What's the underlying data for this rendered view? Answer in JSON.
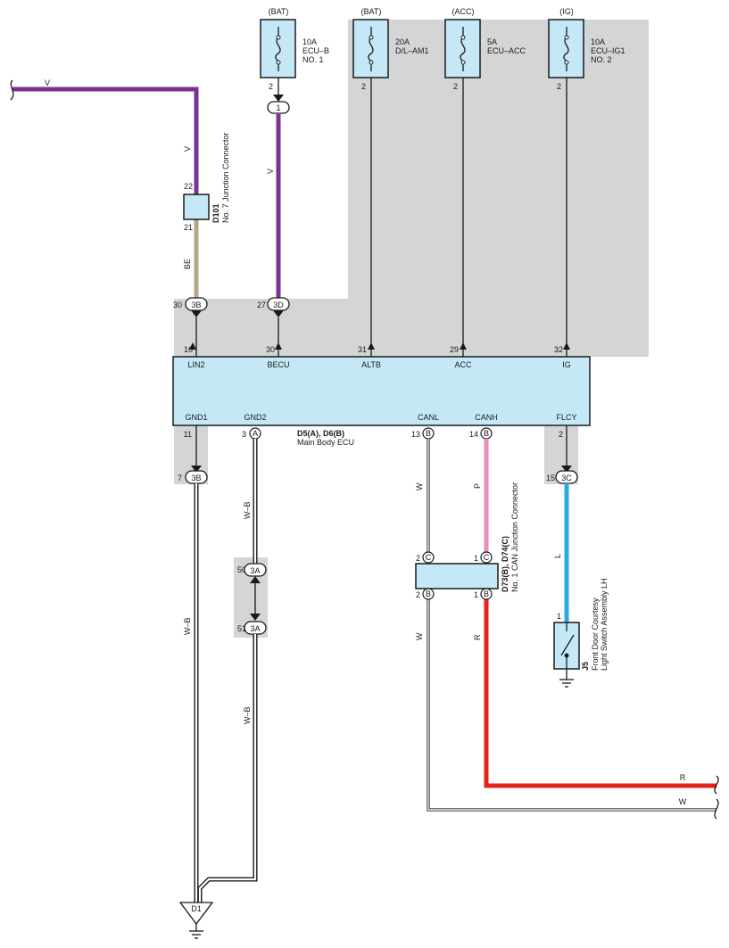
{
  "fuses": [
    {
      "group": "(BAT)",
      "line1": "10A",
      "line2": "ECU–B",
      "line3": "NO. 1",
      "pin": "2"
    },
    {
      "group": "(BAT)",
      "line1": "20A",
      "line2": "D/L–AM1",
      "line3": "",
      "pin": "2"
    },
    {
      "group": "(ACC)",
      "line1": "5A",
      "line2": "ECU–ACC",
      "line3": "",
      "pin": "2"
    },
    {
      "group": "(IG)",
      "line1": "10A",
      "line2": "ECU–IG1",
      "line3": "NO. 2",
      "pin": "2"
    }
  ],
  "ecu": {
    "ref": "D5(A), D6(B)",
    "name": "Main Body ECU",
    "top_terms": [
      {
        "label": "LIN2",
        "pin": "16"
      },
      {
        "label": "BECU",
        "pin": "30"
      },
      {
        "label": "ALTB",
        "pin": "31"
      },
      {
        "label": "ACC",
        "pin": "29"
      },
      {
        "label": "IG",
        "pin": "32"
      }
    ],
    "bottom_terms": [
      {
        "label": "GND1",
        "pin": "11"
      },
      {
        "label": "GND2",
        "pin": "3"
      },
      {
        "label": "CANL",
        "pin": "13"
      },
      {
        "label": "CANH",
        "pin": "14"
      },
      {
        "label": "FLCY",
        "pin": "2"
      }
    ],
    "bottom_conn": [
      "",
      "A",
      "B",
      "B",
      ""
    ]
  },
  "junction_d101": {
    "ref": "D101",
    "name": "No. 7 Junction Connector",
    "pin_top": "22",
    "pin_bottom": "21"
  },
  "junction_can": {
    "ref": "D73(B), D74(C)",
    "name": "No. 1 CAN Junction Connector",
    "pins": [
      "2",
      "2",
      "1",
      "1"
    ],
    "conns": [
      "C",
      "B",
      "C",
      "B"
    ]
  },
  "switch_j5": {
    "ref": "J5",
    "name": "Front Door Courtesy",
    "name2": "Light Switch Assembly LH",
    "pin": "1"
  },
  "ground": {
    "label": "D1"
  },
  "inline_connectors": [
    {
      "pin": "30",
      "code": "3B"
    },
    {
      "pin": "27",
      "code": "3D"
    },
    {
      "pin": "7",
      "code": "3B"
    },
    {
      "pin": "50",
      "code": "3A"
    },
    {
      "pin": "51",
      "code": "3A"
    },
    {
      "pin": "15",
      "code": "3C"
    },
    {
      "pin": "",
      "code": "1"
    }
  ],
  "wire_colors": {
    "v_left": "V",
    "v_left_vertical": "V",
    "v_center": "V",
    "be": "BE",
    "wb_gnd1": "W–B",
    "wb_gnd2_upper": "W–B",
    "wb_gnd2_lower": "W–B",
    "w_canl_upper": "W",
    "w_canl_lower": "W",
    "p_canh": "P",
    "r_canh": "R",
    "l_flcy": "L",
    "r_right": "R",
    "w_right": "W"
  },
  "colors": {
    "violet": "#7b3294",
    "beige": "#b8a48a",
    "pink": "#ec8cbf",
    "red": "#e2231a",
    "blue": "#2aa8e0",
    "component_fill": "#c5e8f7",
    "shade": "#d4d5d6"
  }
}
